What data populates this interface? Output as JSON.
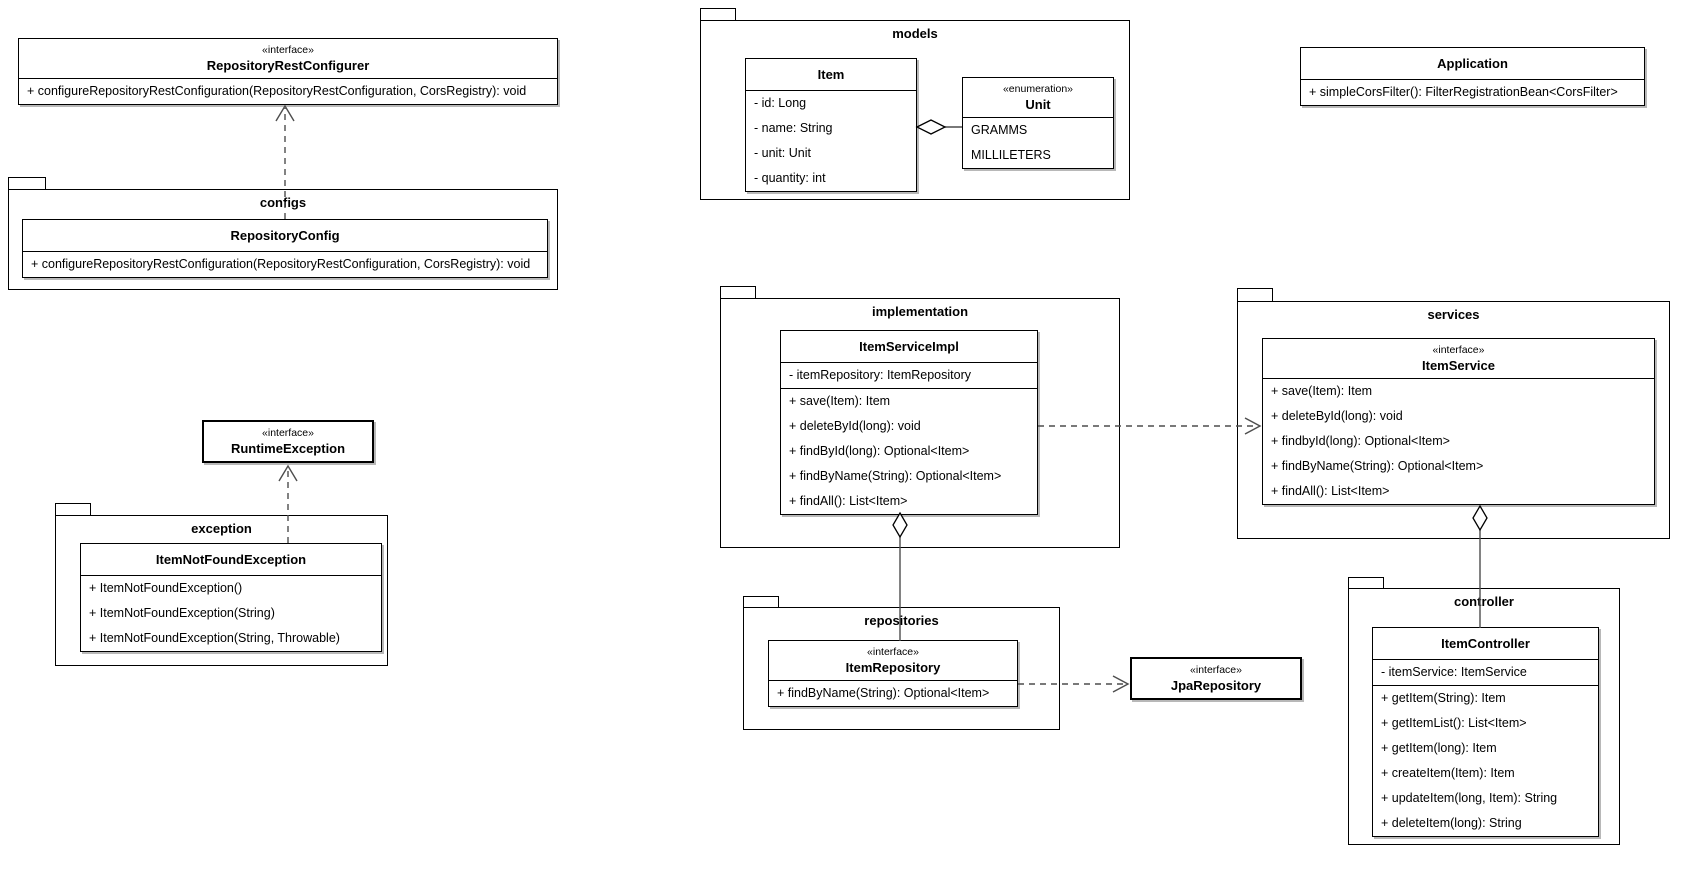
{
  "packages": {
    "configs": {
      "label": "configs"
    },
    "exception": {
      "label": "exception"
    },
    "models": {
      "label": "models"
    },
    "implementation": {
      "label": "implementation"
    },
    "services": {
      "label": "services"
    },
    "repositories": {
      "label": "repositories"
    },
    "controller": {
      "label": "controller"
    }
  },
  "classes": {
    "repository_rest_configurer": {
      "stereotype": "«interface»",
      "name": "RepositoryRestConfigurer",
      "methods": [
        "+ configureRepositoryRestConfiguration(RepositoryRestConfiguration, CorsRegistry): void"
      ]
    },
    "repository_config": {
      "name": "RepositoryConfig",
      "methods": [
        "+ configureRepositoryRestConfiguration(RepositoryRestConfiguration, CorsRegistry): void"
      ]
    },
    "runtime_exception": {
      "stereotype": "«interface»",
      "name": "RuntimeException"
    },
    "item_not_found_exception": {
      "name": "ItemNotFoundException",
      "methods": [
        "+ ItemNotFoundException()",
        "+ ItemNotFoundException(String)",
        "+ ItemNotFoundException(String, Throwable)"
      ]
    },
    "item": {
      "name": "Item",
      "attributes": [
        "- id: Long",
        "- name: String",
        "- unit: Unit",
        "- quantity: int"
      ]
    },
    "unit": {
      "stereotype": "«enumeration»",
      "name": "Unit",
      "values": [
        "GRAMMS",
        "MILLILETERS"
      ]
    },
    "application": {
      "name": "Application",
      "methods": [
        "+ simpleCorsFilter(): FilterRegistrationBean<CorsFilter>"
      ]
    },
    "item_service_impl": {
      "name": "ItemServiceImpl",
      "attributes": [
        "- itemRepository: ItemRepository"
      ],
      "methods": [
        "+ save(Item): Item",
        "+ deleteById(long): void",
        "+ findById(long): Optional<Item>",
        "+ findByName(String): Optional<Item>",
        "+ findAll(): List<Item>"
      ]
    },
    "item_service": {
      "stereotype": "«interface»",
      "name": "ItemService",
      "methods": [
        "+ save(Item): Item",
        "+ deleteById(long): void",
        "+ findbyId(long): Optional<Item>",
        "+ findByName(String): Optional<Item>",
        "+ findAll(): List<Item>"
      ]
    },
    "item_repository": {
      "stereotype": "«interface»",
      "name": "ItemRepository",
      "methods": [
        "+ findByName(String): Optional<Item>"
      ]
    },
    "jpa_repository": {
      "stereotype": "«interface»",
      "name": "JpaRepository"
    },
    "item_controller": {
      "name": "ItemController",
      "attributes": [
        "- itemService: ItemService"
      ],
      "methods": [
        "+ getItem(String): Item",
        "+ getItemList(): List<Item>",
        "+ getItem(long): Item",
        "+ createItem(Item): Item",
        "+ updateItem(long, Item): String",
        "+ deleteItem(long): String"
      ]
    }
  },
  "colors": {
    "background": "#ffffff",
    "box_fill": "#ffffff",
    "border": "#000000",
    "connector": "#4d4d4d",
    "text": "#000000"
  }
}
